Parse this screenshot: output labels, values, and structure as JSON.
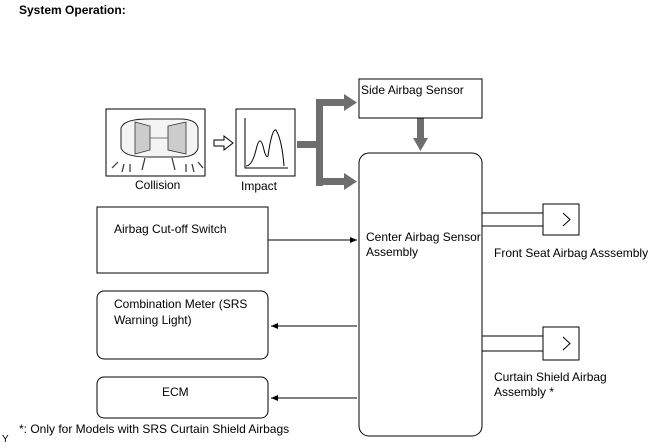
{
  "page": {
    "title": "System Operation:",
    "footnote": "*: Only for Models with SRS Curtain Shield Airbags",
    "corner_mark": "Y"
  },
  "nodes": {
    "collision": "Collision",
    "impact": "Impact",
    "side_airbag_sensor": "Side Airbag Sensor",
    "center_airbag_sensor": [
      "Center Airbag Sensor",
      "Assembly"
    ],
    "airbag_cutoff_switch": "Airbag Cut-off Switch",
    "combination_meter": [
      "Combination Meter (SRS",
      "Warning Light)"
    ],
    "ecm": "ECM",
    "front_seat_airbag": "Front Seat Airbag Asssembly",
    "curtain_shield_airbag": [
      "Curtain Shield Airbag",
      "Assembly *"
    ]
  }
}
